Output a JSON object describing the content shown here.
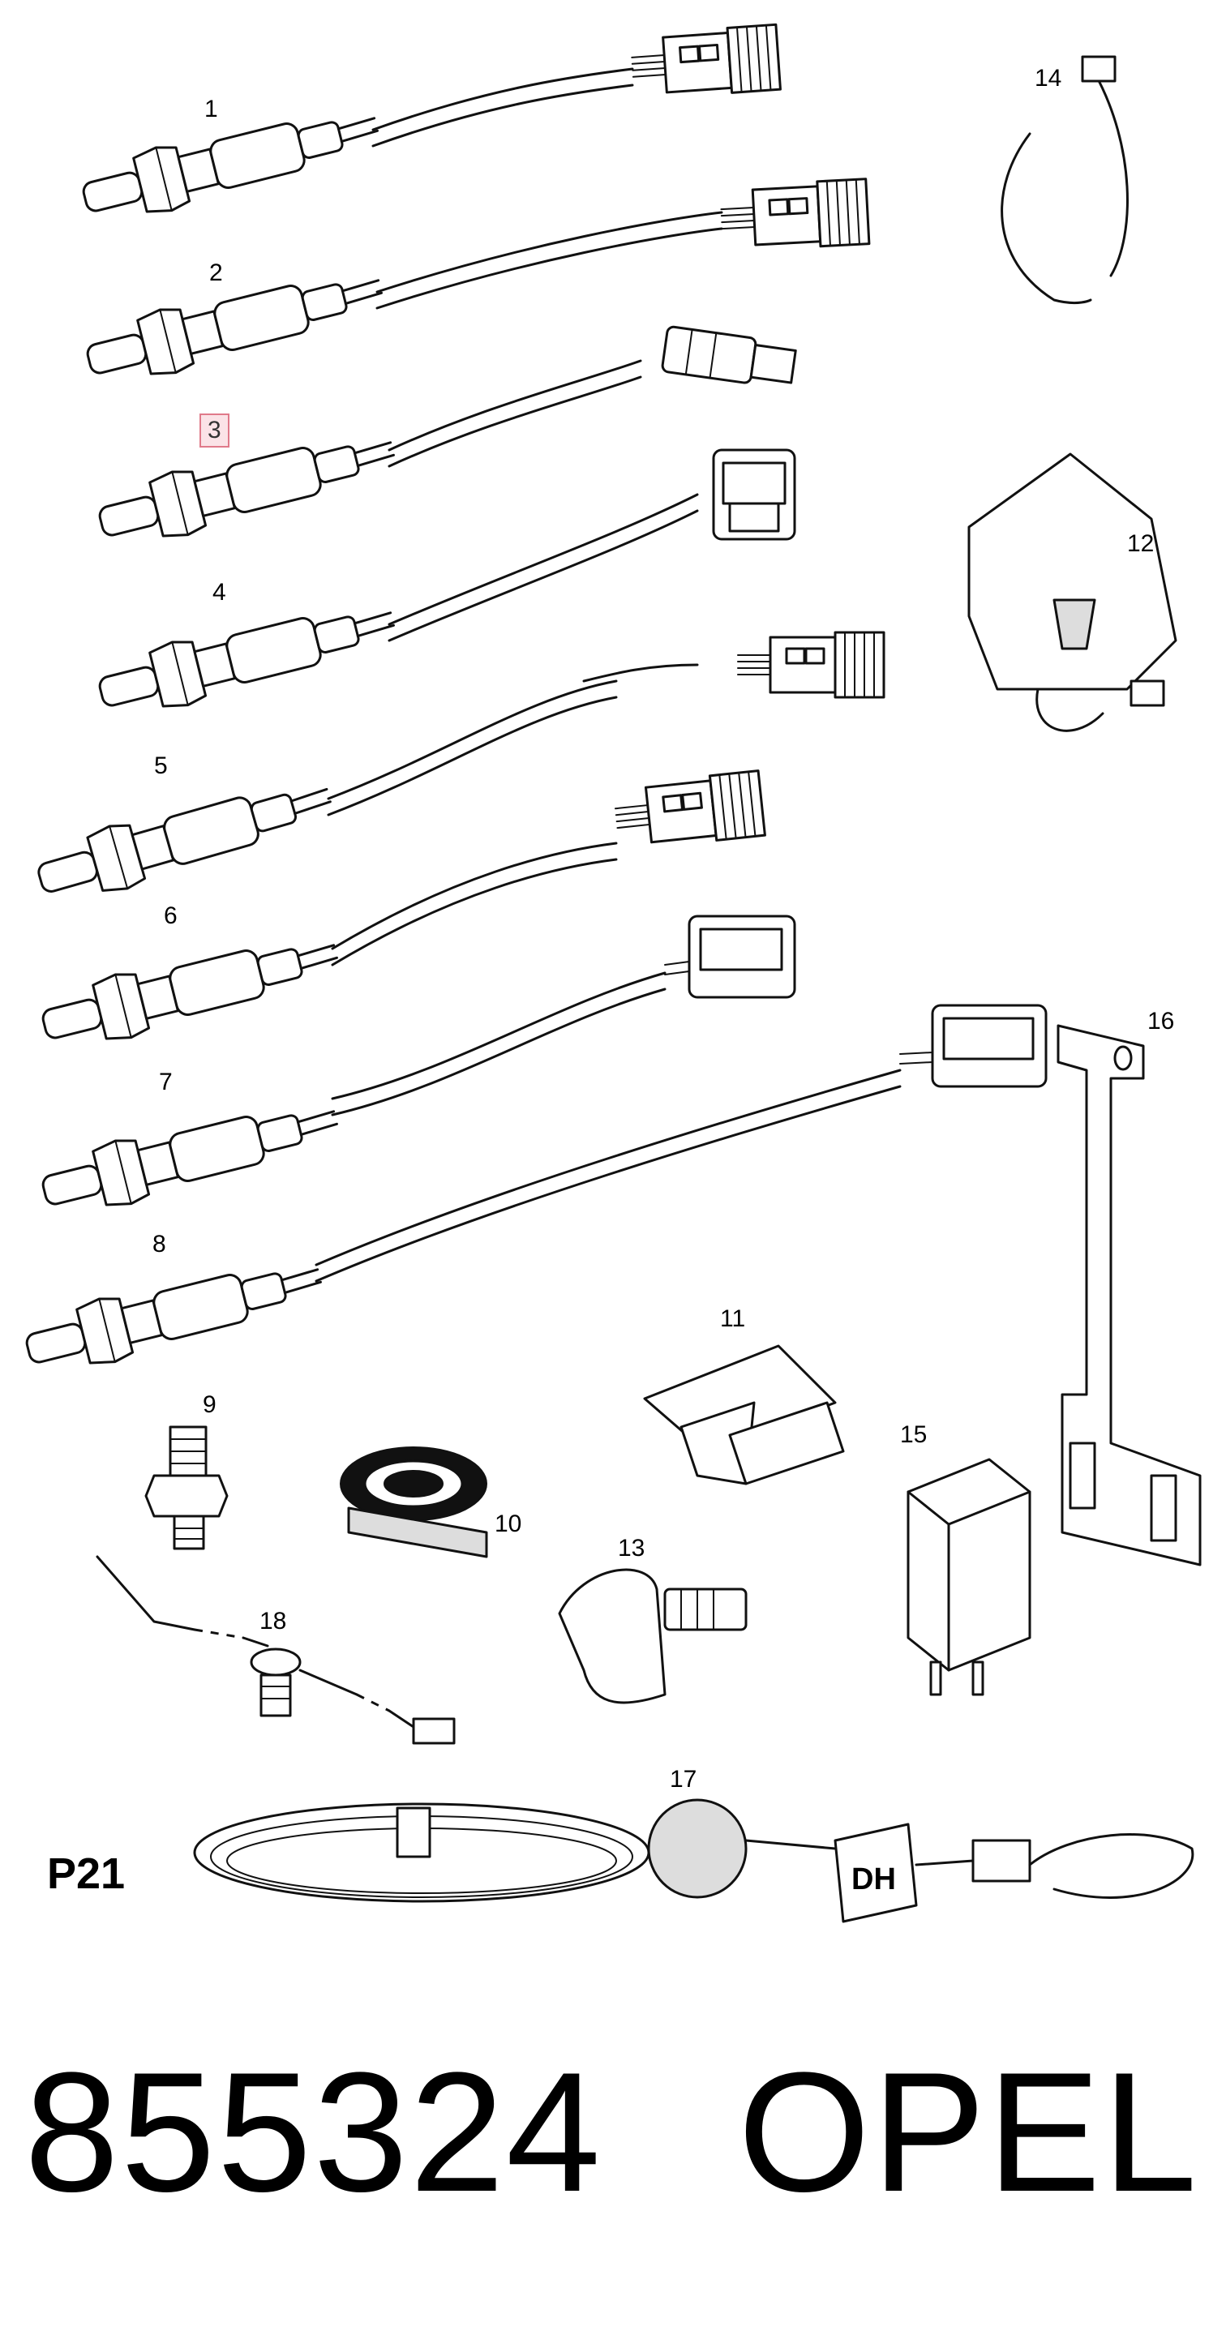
{
  "callouts": {
    "c1": "1",
    "c2": "2",
    "c3": "3",
    "c4": "4",
    "c5": "5",
    "c6": "6",
    "c7": "7",
    "c8": "8",
    "c9": "9",
    "c10": "10",
    "c11": "11",
    "c12": "12",
    "c13": "13",
    "c14": "14",
    "c15": "15",
    "c16": "16",
    "c17": "17",
    "c18": "18"
  },
  "labels": {
    "sheet_code": "P21",
    "part_number": "855324",
    "brand": "OPEL",
    "plug_marking": "DH"
  },
  "highlight_color": "#e07a8a"
}
